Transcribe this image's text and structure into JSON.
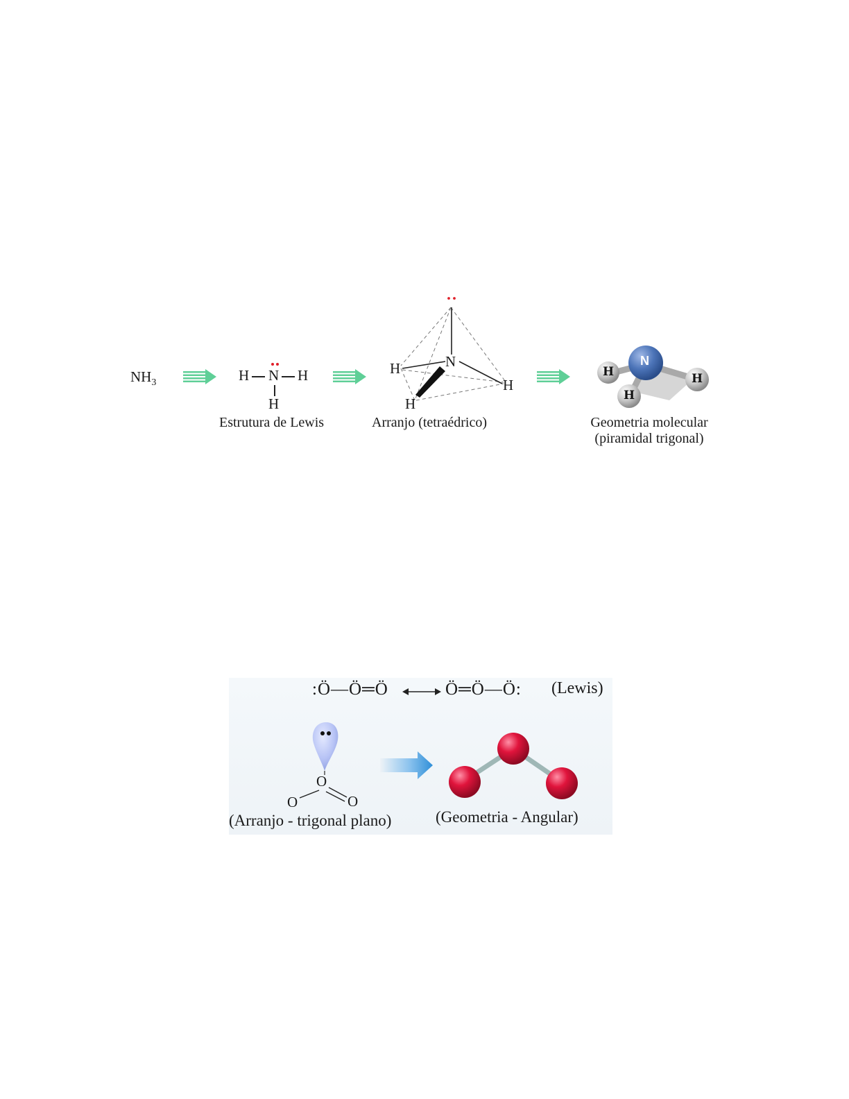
{
  "nh3": {
    "formula_main": "NH",
    "formula_sub": "3",
    "lewis_caption": "Estrutura de Lewis",
    "arrangement_caption": "Arranjo (tetraédrico)",
    "geometry_caption_line1": "Geometria molecular",
    "geometry_caption_line2": "(piramidal trigonal)",
    "atom_n": "N",
    "atom_h": "H",
    "arrow_color": "#5fcf97",
    "lone_pair_color": "#e0202a",
    "n_sphere_color": "#4c74b8",
    "h_sphere_color": "#c9c9c9"
  },
  "ozone": {
    "lewis_left": ":Ö—Ö═Ö",
    "lewis_right": "Ö═Ö—Ö:",
    "lewis_tag": "(Lewis)",
    "arrangement_caption": "(Arranjo - trigonal plano)",
    "geometry_caption": "(Geometria - Angular)",
    "atom_o": "O",
    "lobe_color": "#b7c3f5",
    "arrow_color": "#2f8fd8",
    "o_sphere_color": "#e0143c"
  }
}
